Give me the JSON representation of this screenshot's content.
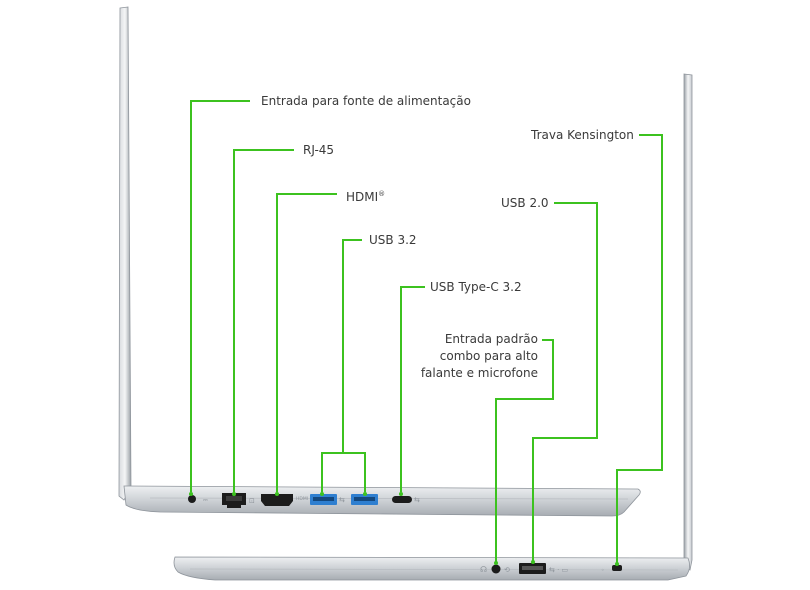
{
  "left_side_ports": {
    "power": "Entrada para fonte de alimentação",
    "rj45": "RJ-45",
    "hdmi": "HDMI",
    "hdmi_mark": "®",
    "usb32": "USB 3.2",
    "usbc": "USB Type-C 3.2"
  },
  "right_side_ports": {
    "kensington": "Trava Kensington",
    "usb20": "USB 2.0",
    "audio_line1": "Entrada padrão",
    "audio_line2": "combo para alto",
    "audio_line3": "falante e microfone"
  },
  "colors": {
    "leader": "#3cc21f",
    "chassis": "#c9cdd2",
    "chassis_dark": "#8e949b",
    "usb_blue": "#2f7fd0",
    "port_black": "#1c1c1c",
    "text": "#3a3a3a"
  }
}
